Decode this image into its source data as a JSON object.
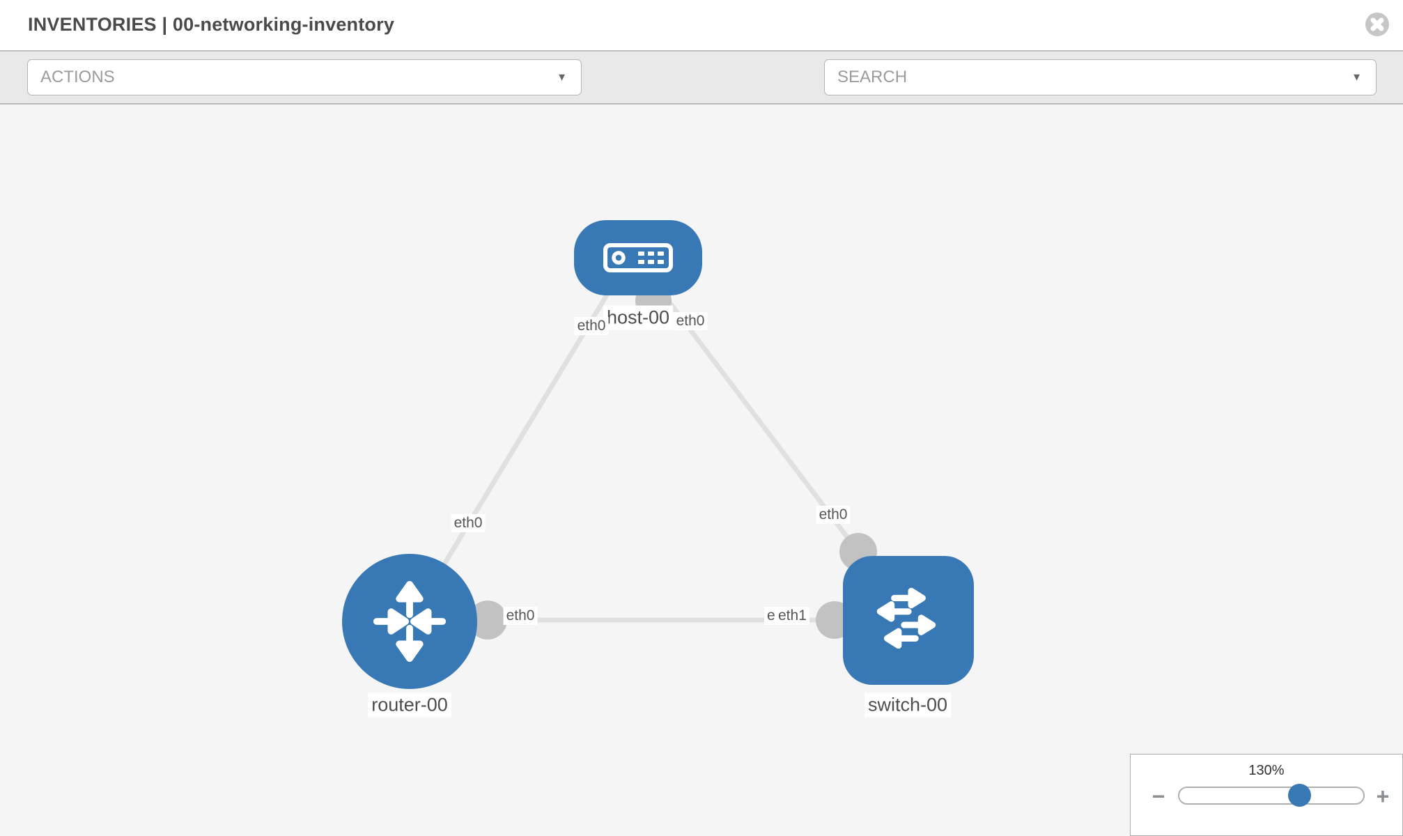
{
  "header": {
    "title": "INVENTORIES | 00-networking-inventory"
  },
  "toolbar": {
    "actions_label": "ACTIONS",
    "search_label": "SEARCH"
  },
  "ui": {
    "caret": "▼",
    "minus": "−",
    "plus": "+"
  },
  "topology": {
    "nodes": {
      "host": {
        "label": "host-00",
        "type": "host"
      },
      "router": {
        "label": "router-00",
        "type": "router"
      },
      "switch": {
        "label": "switch-00",
        "type": "switch"
      }
    },
    "interfaces": {
      "host_left": "eth0",
      "host_right": "eth0",
      "edge_host_router": "eth0",
      "edge_host_switch": "eth0",
      "router_port": "eth0",
      "switch_port_hidden": "eth0",
      "switch_port": "eth1"
    }
  },
  "zoom": {
    "level": "130%"
  },
  "colors": {
    "node_blue": "#3878b5",
    "edge_gray": "#e0e0e0",
    "port_gray": "#c2c2c2"
  }
}
